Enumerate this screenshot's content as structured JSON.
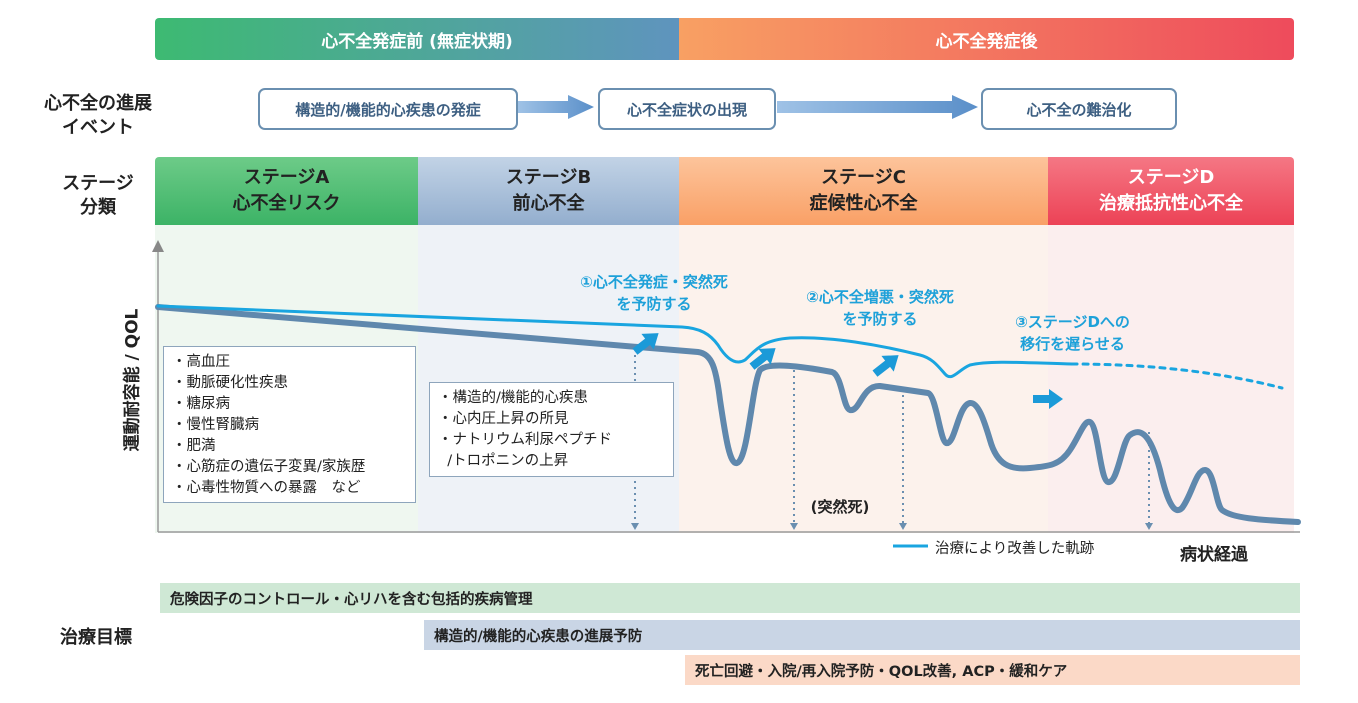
{
  "phases": [
    {
      "label": "心不全発症前 (無症状期)",
      "color_from": "#3dba72",
      "color_to": "#5f94be"
    },
    {
      "label": "心不全発症後",
      "color_from": "#f8a063",
      "color_to": "#ee4b5c"
    }
  ],
  "events": {
    "row_label_1": "心不全の進展",
    "row_label_2": "イベント",
    "items": [
      "構造的/機能的心疾患の発症",
      "心不全症状の出現",
      "心不全の難治化"
    ]
  },
  "stage_row": {
    "row_label_1": "ステージ",
    "row_label_2": "分類"
  },
  "stages": [
    {
      "name": "ステージA",
      "sub": "心不全リスク",
      "header_color": "#44b86b",
      "text_color": "#222222",
      "bg_color": "#eff7f0"
    },
    {
      "name": "ステージB",
      "sub": "前心不全",
      "header_color": "#a7bed8",
      "text_color": "#222222",
      "bg_color": "#eef2f7"
    },
    {
      "name": "ステージC",
      "sub": "症候性心不全",
      "header_color": "#fbb07c",
      "text_color": "#222222",
      "bg_color": "#fcf2ec"
    },
    {
      "name": "ステージD",
      "sub": "治療抵抗性心不全",
      "header_color": "#ef5466",
      "text_color": "#ffffff",
      "bg_color": "#fbeeee"
    }
  ],
  "chart": {
    "ylabel": "運動耐容能 / QOL",
    "xlabel": "病状経過",
    "sudden_death": "(突然死)",
    "legend": "治療により改善した軌跡",
    "colors": {
      "natural": "#5f88ad",
      "improved": "#19a5e0",
      "annotation": "#1ea1d9"
    },
    "risk_factors": [
      "・高血圧",
      "・動脈硬化性疾患",
      "・糖尿病",
      "・慢性腎臓病",
      "・肥満",
      "・心筋症の遺伝子変異/家族歴",
      "・心毒性物質への暴露　など"
    ],
    "stage_b_findings": [
      "・構造的/機能的心疾患",
      "・心内圧上昇の所見",
      "・ナトリウム利尿ペプチド",
      "  /トロポニンの上昇"
    ],
    "annotations": [
      {
        "line1": "①心不全発症・突然死",
        "line2": "を予防する"
      },
      {
        "line1": "②心不全増悪・突然死",
        "line2": "を予防する"
      },
      {
        "line1": "③ステージDへの",
        "line2": "移行を遅らせる"
      }
    ]
  },
  "goals": {
    "label": "治療目標",
    "items": [
      {
        "text": "危険因子のコントロール・心リハを含む包括的疾病管理",
        "color": "#cfe8d5"
      },
      {
        "text": "構造的/機能的心疾患の進展予防",
        "color": "#c9d5e5"
      },
      {
        "text": "死亡回避・入院/再入院予防・QOL改善, ACP・緩和ケア",
        "color": "#fbd9c7"
      }
    ]
  }
}
